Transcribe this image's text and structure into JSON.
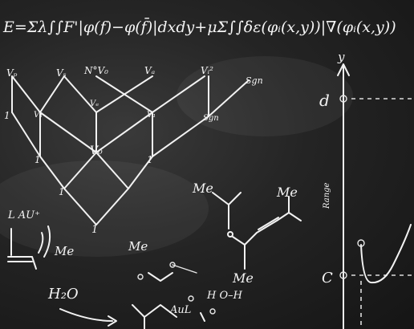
{
  "equation": "E=Σλ∫∫F'|φ(f)−φ(f̄)|dxdy+μΣ∫∫δε(φᵢ(x,y))|∇(φᵢ(x,y))",
  "lattice": {
    "top_labels": [
      "Vₚ",
      "Vₛ",
      "N°V₀",
      "Vₐ",
      "Vᵢ²",
      "Sgn"
    ],
    "mid_labels": [
      "V₁",
      "Vₑ",
      "V₁",
      "Sgn"
    ],
    "low_labels": [
      "V₀"
    ],
    "side_labels": [
      "1",
      "1",
      "1",
      "1"
    ],
    "bottom_label": "1"
  },
  "reaction": {
    "catalyst": "L\nAU⁺",
    "me_labels": [
      "Me",
      "Me",
      "Me",
      "Me",
      "Me"
    ],
    "water": "H₂O",
    "hydroxyl": "H\nO–H",
    "gold": "AuL"
  },
  "plot": {
    "y_axis": "y",
    "d_label": "d",
    "c_label": "C",
    "range_label": "Range"
  }
}
